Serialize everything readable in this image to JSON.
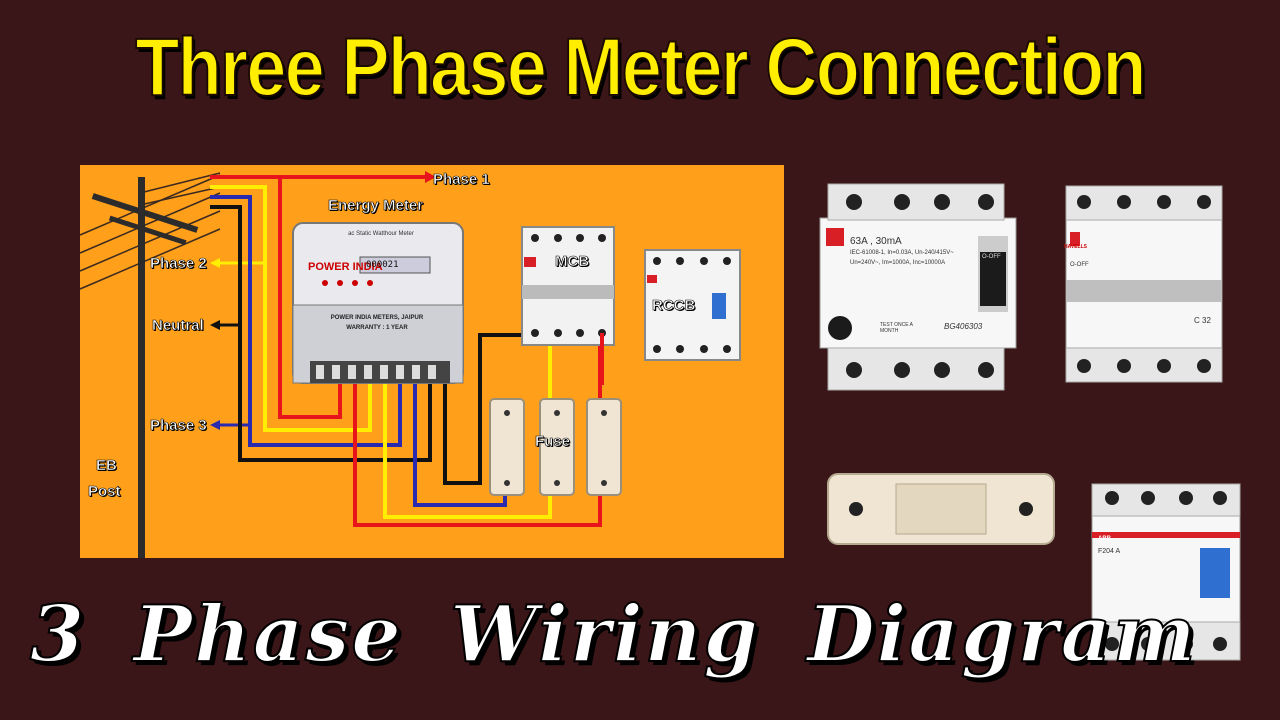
{
  "header": {
    "title": "Three Phase Meter Connection"
  },
  "footer": {
    "subtitle": "3 Phase Wiring Diagram"
  },
  "diagram": {
    "labels": {
      "phase1": "Phase 1",
      "phase2": "Phase 2",
      "neutral": "Neutral",
      "phase3": "Phase 3",
      "energy_meter": "Energy Meter",
      "mcb": "MCB",
      "rccb": "RCCB",
      "fuse": "Fuse",
      "eb_post_line1": "EB",
      "eb_post_line2": "Post"
    },
    "meter": {
      "header": "ac Static Watthour Meter",
      "brand": "POWER INDIA",
      "maker": "POWER INDIA METERS, JAIPUR",
      "warranty": "WARRANTY : 1 YEAR",
      "reading": "000021"
    },
    "wire_colors": {
      "red": "#e8141b",
      "yellow": "#ffee00",
      "blue": "#2a2ab0",
      "black": "#111111"
    }
  },
  "products": {
    "rccb_lt": {
      "rating": "63A , 30mA",
      "standard": "IEC-61008-1, In=0.03A, Un-240/415V~",
      "spec": "Un=240V~, Im=1000A, Inc=10000A",
      "test": "TEST ONCE A MONTH",
      "model": "BG406303",
      "state": "O-OFF"
    },
    "mcb_havells": {
      "brand": "HAVELLS",
      "rating": "C 32",
      "state": "O-OFF"
    },
    "rccb_abb": {
      "model": "F204 A",
      "brand": "ABB"
    }
  }
}
